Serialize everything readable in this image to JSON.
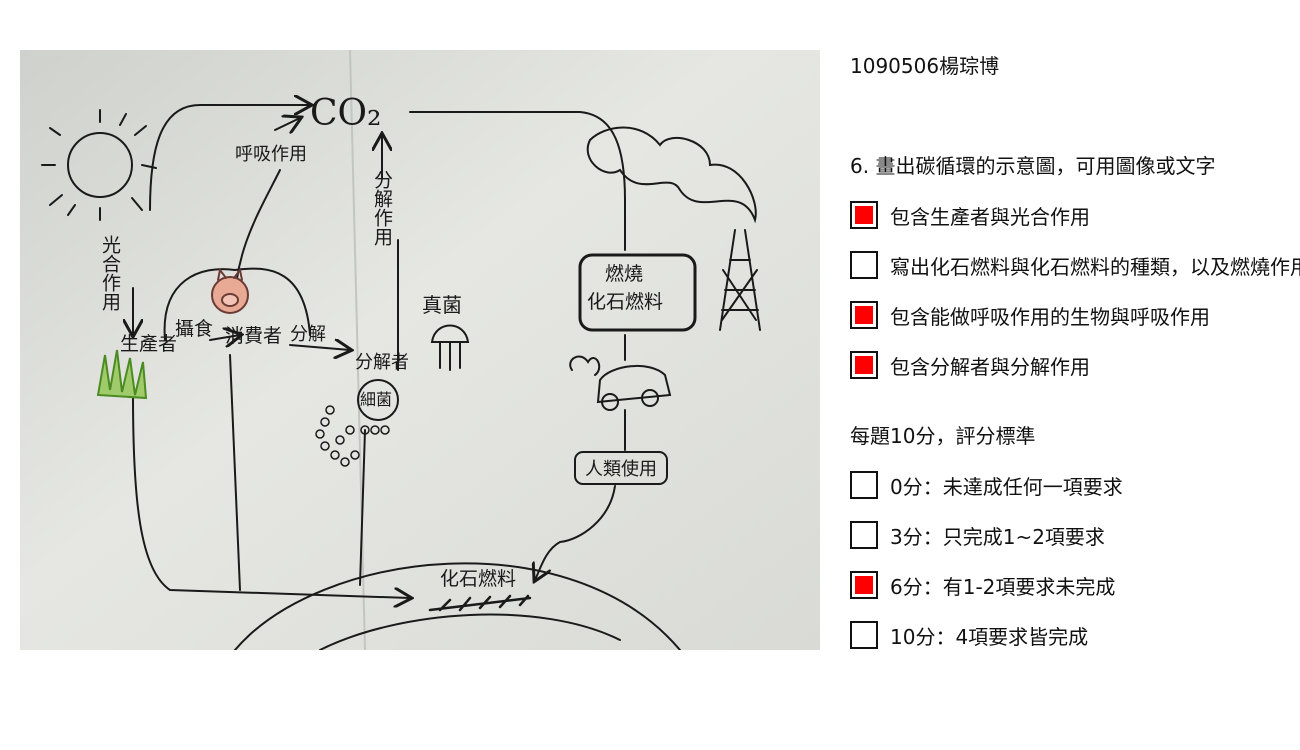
{
  "student_id": "1090506楊琮博",
  "question": "6. 畫出碳循環的示意圖，可用圖像或文字",
  "requirements": [
    {
      "label": "包含生產者與光合作用",
      "checked": true
    },
    {
      "label": "寫出化石燃料與化石燃料的種類，以及燃燒作用",
      "checked": false
    },
    {
      "label": "包含能做呼吸作用的生物與呼吸作用",
      "checked": true
    },
    {
      "label": "包含分解者與分解作用",
      "checked": true
    }
  ],
  "rubric_title": "每題10分，評分標準",
  "rubric": [
    {
      "label": "0分：未達成任何一項要求",
      "checked": false
    },
    {
      "label": "3分：只完成1~2項要求",
      "checked": false
    },
    {
      "label": "6分：有1-2項要求未完成",
      "checked": true
    },
    {
      "label": "10分：4項要求皆完成",
      "checked": false
    }
  ],
  "drawing_labels": {
    "co2": "CO₂",
    "photosynthesis": "光合作用",
    "respiration": "呼吸作用",
    "decomposition": "分解作用",
    "producer": "生產者",
    "eat": "攝食",
    "consumer": "消費者",
    "decompose": "分解",
    "decomposer": "分解者",
    "bacteria": "細菌",
    "fungi": "真菌",
    "burning": "燃燒",
    "fossil_fuel_box": "化石燃料",
    "human_use": "人類使用",
    "fossil_fuel": "化石燃料"
  }
}
